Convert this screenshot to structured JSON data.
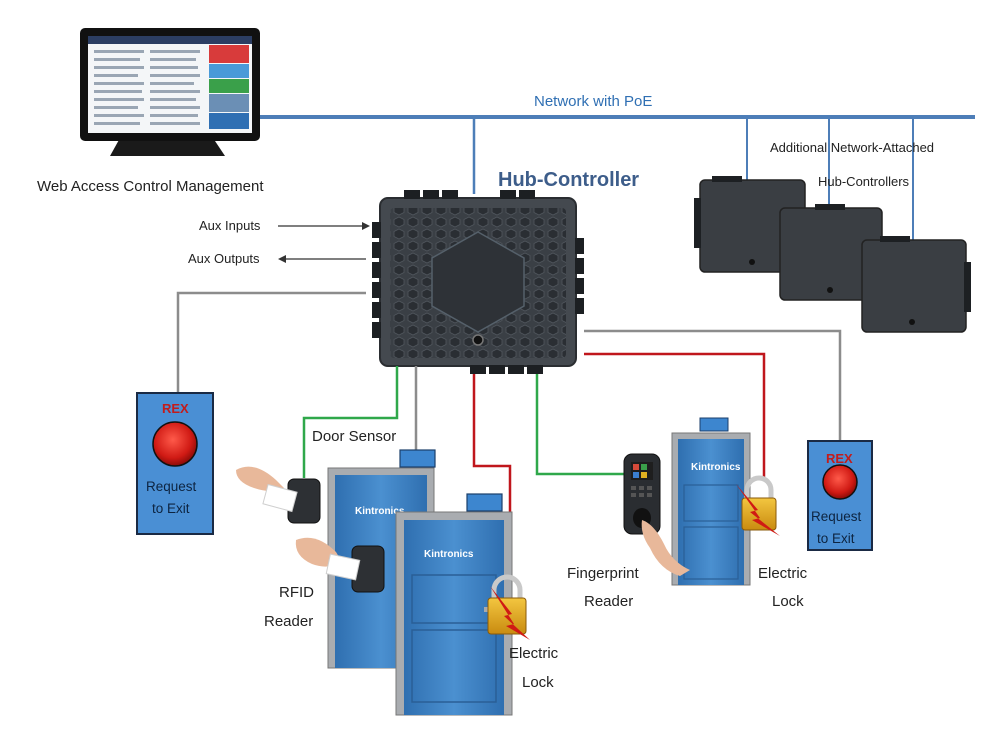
{
  "network": {
    "label": "Network with PoE"
  },
  "management": {
    "label": "Web Access Control Management"
  },
  "hub": {
    "title": "Hub-Controller",
    "aux_inputs": "Aux Inputs",
    "aux_outputs": "Aux Outputs"
  },
  "additional": {
    "line1": "Additional Network-Attached",
    "line2": "Hub-Controllers"
  },
  "rex_left": {
    "title": "REX",
    "line1": "Request",
    "line2": "to Exit"
  },
  "rex_right": {
    "title": "REX",
    "line1": "Request",
    "line2": "to Exit"
  },
  "door_sensor": {
    "label": "Door Sensor"
  },
  "rfid": {
    "line1": "RFID",
    "line2": "Reader"
  },
  "fingerprint": {
    "line1": "Fingerprint",
    "line2": "Reader"
  },
  "lock_left": {
    "line1": "Electric",
    "line2": "Lock"
  },
  "lock_right": {
    "line1": "Electric",
    "line2": "Lock"
  },
  "door_brand": "Kintronics",
  "colors": {
    "network_line": "#4d7eb8",
    "gray_wire": "#8c8c8c",
    "red_wire": "#c0161c",
    "green_wire": "#2fa84a",
    "door_blue": "#3d7fc2",
    "rex_box": "#4a8fd4"
  }
}
